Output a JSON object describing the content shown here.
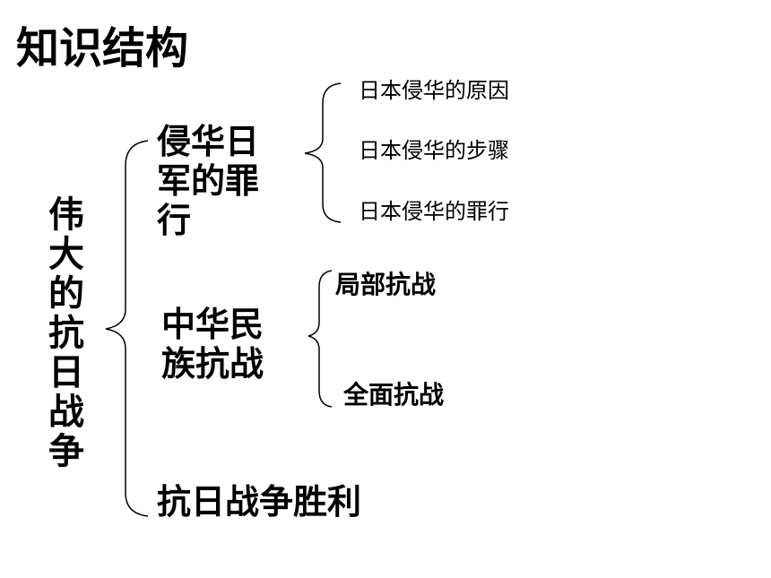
{
  "title": "知识结构",
  "root": "伟大的抗日战争",
  "branches": [
    {
      "label": "侵华日军的罪行",
      "children": [
        "日本侵华的原因",
        "日本侵华的步骤",
        "日本侵华的罪行"
      ]
    },
    {
      "label": "中华民族抗战",
      "children": [
        "局部抗战",
        "全面抗战"
      ]
    },
    {
      "label": "抗日战争胜利",
      "children": []
    }
  ]
}
